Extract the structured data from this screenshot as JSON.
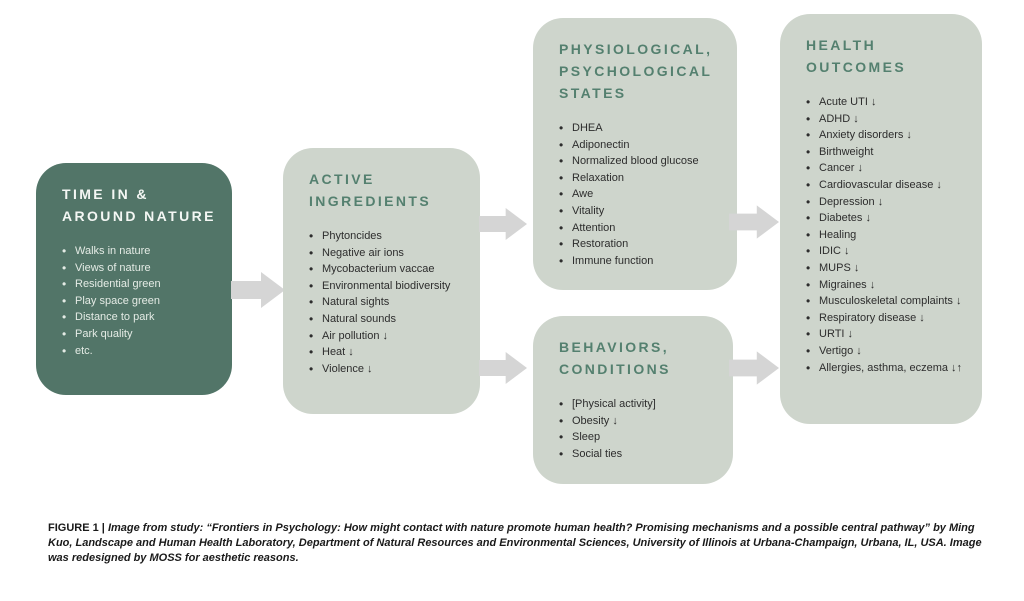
{
  "colors": {
    "dark_box": "#527568",
    "light_box": "#CED5CC",
    "heading_green": "#54806F",
    "dark_title": "#F4F7F4",
    "dark_item": "#E4EBE5",
    "body_text": "#2D2D2D",
    "arrow": "#D5D5D5",
    "caption": "#1A1A1A",
    "background": "#FFFFFF"
  },
  "boxes": {
    "time_in_nature": {
      "title_lines": [
        "TIME IN &",
        "AROUND NATURE"
      ],
      "items": [
        "Walks in nature",
        "Views of nature",
        "Residential green",
        "Play space green",
        "Distance to park",
        "Park quality",
        "etc."
      ]
    },
    "active_ingredients": {
      "title_lines": [
        "ACTIVE",
        "INGREDIENTS"
      ],
      "items": [
        "Phytoncides",
        "Negative air ions",
        "Mycobacterium vaccae",
        "Environmental biodiversity",
        "Natural sights",
        "Natural sounds",
        "Air pollution ↓",
        "Heat ↓",
        "Violence ↓"
      ]
    },
    "states": {
      "title_lines": [
        "PHYSIOLOGICAL,",
        "PSYCHOLOGICAL",
        "STATES"
      ],
      "items": [
        "DHEA",
        "Adiponectin",
        "Normalized blood glucose",
        "Relaxation",
        "Awe",
        "Vitality",
        "Attention",
        "Restoration",
        "Immune function"
      ]
    },
    "behaviors": {
      "title_lines": [
        "BEHAVIORS,",
        "CONDITIONS"
      ],
      "items": [
        "[Physical activity]",
        "Obesity ↓",
        "Sleep",
        "Social ties"
      ]
    },
    "outcomes": {
      "title_lines": [
        "HEALTH",
        "OUTCOMES"
      ],
      "items": [
        "Acute UTI ↓",
        "ADHD ↓",
        "Anxiety disorders ↓",
        "Birthweight",
        "Cancer ↓",
        "Cardiovascular disease ↓",
        "Depression ↓",
        "Diabetes ↓",
        "Healing",
        "IDIC ↓",
        "MUPS ↓",
        "Migraines ↓",
        "Musculoskeletal complaints ↓",
        "Respiratory disease ↓",
        "URTI ↓",
        "Vertigo ↓",
        "Allergies, asthma, eczema ↓↑"
      ]
    }
  },
  "caption": {
    "label": "FIGURE 1 |",
    "text": "Image from study: “Frontiers in Psychology: How might contact with nature promote human health? Promising mechanisms and a possible central pathway” by Ming Kuo, Landscape and Human Health Laboratory, Department of Natural Resources and Environmental Sciences, University of Illinois at Urbana-Champaign, Urbana, IL, USA. Image was redesigned by MOSS for aesthetic reasons."
  }
}
